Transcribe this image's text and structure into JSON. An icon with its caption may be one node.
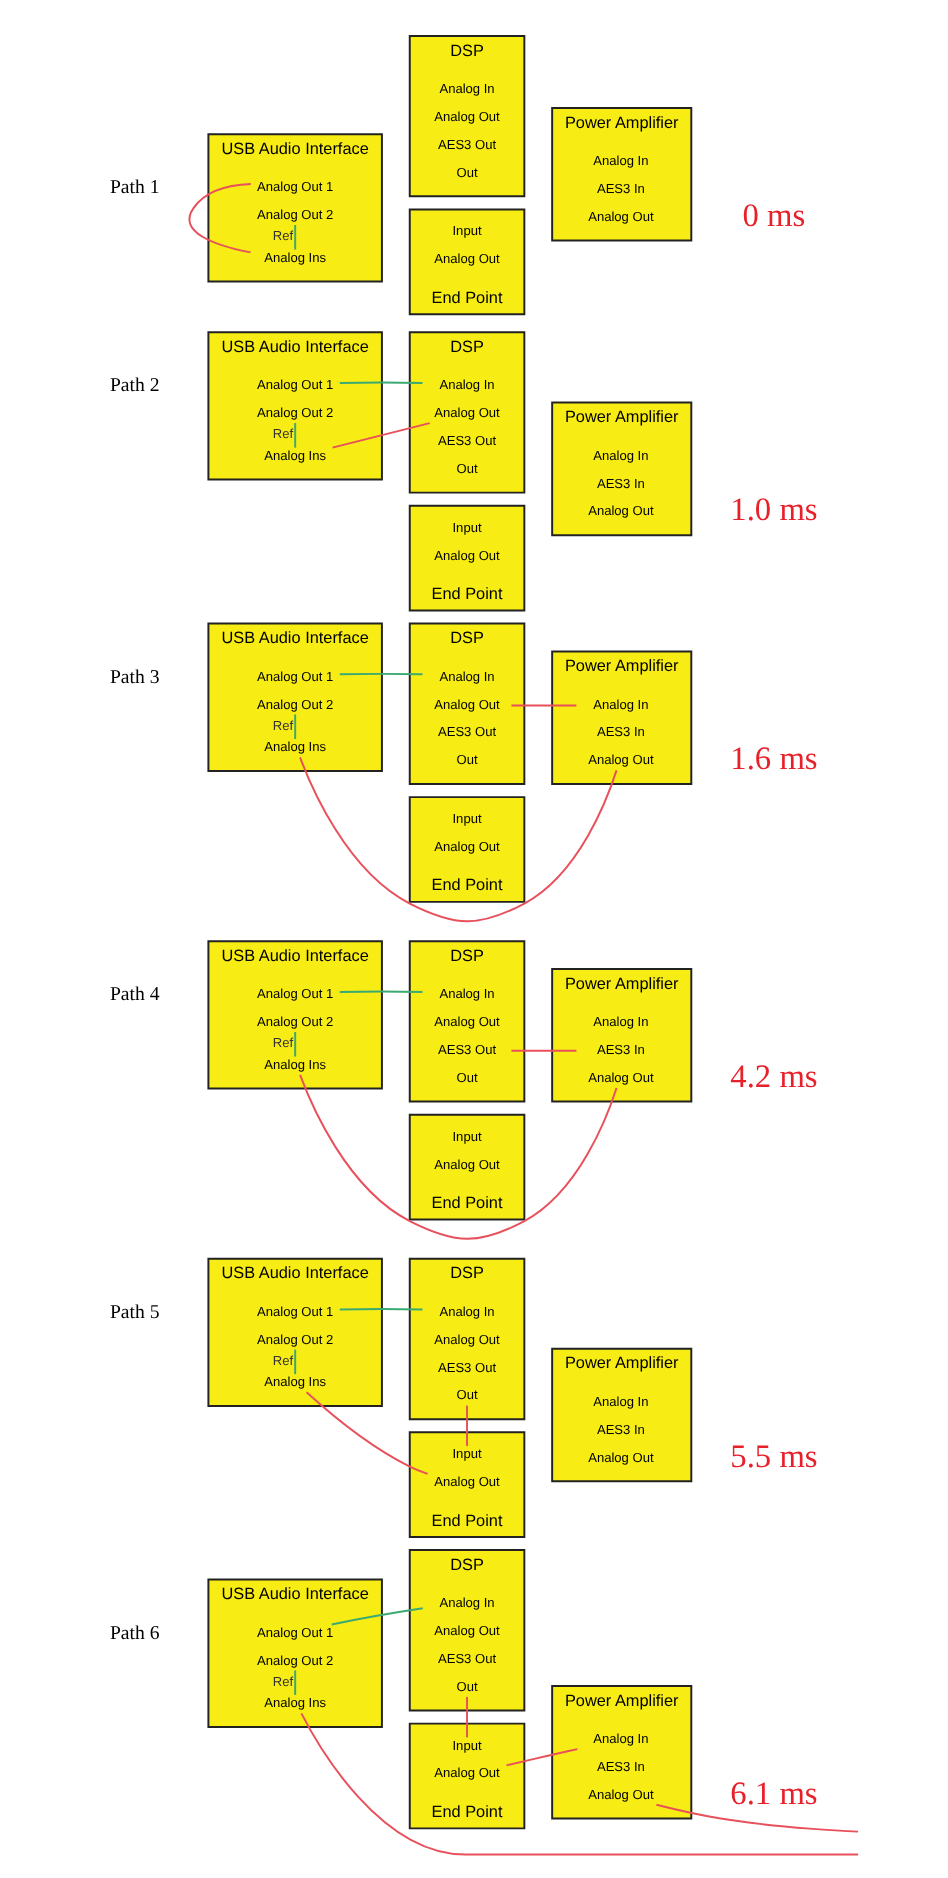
{
  "diagram": {
    "nodes": [
      {
        "text": [
          "USB Audio Interface"
        ]
      },
      {
        "text": [
          "Analog Out 1"
        ],
        "in": 0
      },
      {
        "text": [
          "Analog Out 2"
        ],
        "in": 0
      },
      {
        "text": [
          "Analog Ins"
        ],
        "in": 0
      },
      {
        "text": [
          "DSP"
        ]
      },
      {
        "text": [
          "Analog In"
        ],
        "in": 4
      },
      {
        "text": [
          "Analog Out"
        ],
        "in": 4
      },
      {
        "text": [
          "AES3 Out"
        ],
        "in": 4
      },
      {
        "text": [
          "Out"
        ],
        "in": 4
      },
      {
        "text": [
          "Power Amplifier"
        ]
      },
      {
        "text": [
          "Analog In"
        ],
        "in": 9
      },
      {
        "text": [
          "AES3 In"
        ],
        "in": 9
      },
      {
        "text": [
          "Analog Out"
        ],
        "in": 9
      },
      {
        "text": [
          "End Point"
        ]
      },
      {
        "text": [
          "Input"
        ],
        "in": 13
      },
      {
        "text": [
          "Analog Out"
        ],
        "in": 13
      },
      {
        "text": [
          "USB Audio Interface"
        ]
      },
      {
        "text": [
          "Analog Out 1"
        ],
        "in": 16
      },
      {
        "text": [
          "Analog Out 2"
        ],
        "in": 16
      },
      {
        "text": [
          "Analog Ins"
        ],
        "in": 16
      },
      {
        "text": [
          "DSP"
        ]
      },
      {
        "text": [
          "Analog In"
        ],
        "in": 20
      },
      {
        "text": [
          "Analog Out"
        ],
        "in": 20
      },
      {
        "text": [
          "AES3 Out"
        ],
        "in": 20
      },
      {
        "text": [
          "Out"
        ],
        "in": 20
      },
      {
        "text": [
          "Power Amplifier"
        ]
      },
      {
        "text": [
          "Analog In"
        ],
        "in": 25
      },
      {
        "text": [
          "AES3 In"
        ],
        "in": 25
      },
      {
        "text": [
          "Analog Out"
        ],
        "in": 25
      },
      {
        "text": [
          "End Point"
        ]
      },
      {
        "text": [
          "Input"
        ],
        "in": 29
      },
      {
        "text": [
          "Analog Out"
        ],
        "in": 29
      },
      {
        "text": [
          "USB Audio Interface"
        ]
      },
      {
        "text": [
          "Analog Out 1"
        ],
        "in": 32
      },
      {
        "text": [
          "Analog Out 2"
        ],
        "in": 32
      },
      {
        "text": [
          "Analog Ins"
        ],
        "in": 32
      },
      {
        "text": [
          "DSP"
        ]
      },
      {
        "text": [
          "Analog In"
        ],
        "in": 36
      },
      {
        "text": [
          "Analog Out"
        ],
        "in": 36
      },
      {
        "text": [
          "AES3 Out"
        ],
        "in": 36
      },
      {
        "text": [
          "Out"
        ],
        "in": 36
      },
      {
        "text": [
          "Power Amplifier"
        ]
      },
      {
        "text": [
          "Analog In"
        ],
        "in": 41
      },
      {
        "text": [
          "AES3 In"
        ],
        "in": 41
      },
      {
        "text": [
          "Analog Out"
        ],
        "in": 41
      },
      {
        "text": [
          "End Point"
        ]
      },
      {
        "text": [
          "Input"
        ],
        "in": 45
      },
      {
        "text": [
          "Analog Out"
        ],
        "in": 45
      },
      {
        "text": [
          "USB Audio Interface"
        ]
      },
      {
        "text": [
          "Analog Out 1"
        ],
        "in": 48
      },
      {
        "text": [
          "Analog Out 2"
        ],
        "in": 48
      },
      {
        "text": [
          "Analog Ins"
        ],
        "in": 48
      },
      {
        "text": [
          "DSP"
        ]
      },
      {
        "text": [
          "Analog In"
        ],
        "in": 52
      },
      {
        "text": [
          "Analog Out"
        ],
        "in": 52
      },
      {
        "text": [
          "AES3 Out"
        ],
        "in": 52
      },
      {
        "text": [
          "Out"
        ],
        "in": 52
      },
      {
        "text": [
          "Power Amplifier"
        ]
      },
      {
        "text": [
          "Analog In"
        ],
        "in": 57
      },
      {
        "text": [
          "AES3 In"
        ],
        "in": 57
      },
      {
        "text": [
          "Analog Out"
        ],
        "in": 57
      },
      {
        "text": [
          "End Point"
        ]
      },
      {
        "text": [
          "Input"
        ],
        "in": 61
      },
      {
        "text": [
          "Analog Out"
        ],
        "in": 61
      },
      {
        "text": [
          "USB Audio Interface"
        ]
      },
      {
        "text": [
          "Analog Out 1"
        ],
        "in": 64
      },
      {
        "text": [
          "Analog Out 2"
        ],
        "in": 64
      },
      {
        "text": [
          "Analog Ins"
        ],
        "in": 64
      },
      {
        "text": [
          "DSP"
        ]
      },
      {
        "text": [
          "Analog In"
        ],
        "in": 68
      },
      {
        "text": [
          "Analog Out"
        ],
        "in": 68
      },
      {
        "text": [
          "AES3 Out"
        ],
        "in": 68
      },
      {
        "text": [
          "Out"
        ],
        "in": 68
      },
      {
        "text": [
          "Power Amplifier"
        ]
      },
      {
        "text": [
          "Analog In"
        ],
        "in": 73
      },
      {
        "text": [
          "AES3 In"
        ],
        "in": 73
      },
      {
        "text": [
          "Analog Out"
        ],
        "in": 73
      },
      {
        "text": [
          "End Point"
        ]
      },
      {
        "text": [
          "Input"
        ],
        "in": 77
      },
      {
        "text": [
          "Analog Out"
        ],
        "in": 77
      },
      {
        "text": [
          "USB Audio Interface"
        ]
      },
      {
        "text": [
          "Analog Out 1"
        ],
        "in": 80
      },
      {
        "text": [
          "Analog Out 2"
        ],
        "in": 80
      },
      {
        "text": [
          "Analog Ins"
        ],
        "in": 80
      },
      {
        "text": [
          "DSP"
        ]
      },
      {
        "text": [
          "Analog In"
        ],
        "in": 84
      },
      {
        "text": [
          "Analog Out"
        ],
        "in": 84
      },
      {
        "text": [
          "AES3 Out"
        ],
        "in": 84
      },
      {
        "text": [
          "Out"
        ],
        "in": 84
      },
      {
        "text": [
          "Power Amplifier"
        ]
      },
      {
        "text": [
          "Analog In"
        ],
        "in": 89
      },
      {
        "text": [
          "AES3 In"
        ],
        "in": 89
      },
      {
        "text": [
          "Analog Out"
        ],
        "in": 89
      },
      {
        "text": [
          "End Point"
        ]
      },
      {
        "text": [
          "Input"
        ],
        "in": 93
      },
      {
        "text": [
          "Analog Out"
        ],
        "in": 93
      }
    ],
    "edges": [
      {
        "from": 1,
        "to": 3,
        "arrow": "none",
        "color": "#e8505b"
      },
      {
        "from": 2,
        "to": 3,
        "arrow": "none",
        "label": "Ref",
        "color": "#3aaa72"
      },
      {
        "from": 17,
        "to": 21,
        "arrow": "none",
        "color": "#3aaa72"
      },
      {
        "from": 22,
        "to": 19,
        "arrow": "none",
        "color": "#e8505b"
      },
      {
        "from": 18,
        "to": 19,
        "arrow": "none",
        "label": "Ref",
        "color": "#3aaa72"
      },
      {
        "from": 33,
        "to": 37,
        "arrow": "none",
        "color": "#3aaa72"
      },
      {
        "from": 38,
        "to": 42,
        "arrow": "none",
        "color": "#e8505b"
      },
      {
        "from": 44,
        "to": 35,
        "arrow": "none",
        "color": "#e8505b"
      },
      {
        "from": 34,
        "to": 35,
        "arrow": "none",
        "label": "Ref",
        "color": "#3aaa72"
      },
      {
        "from": 49,
        "to": 53,
        "arrow": "none",
        "color": "#3aaa72"
      },
      {
        "from": 55,
        "to": 59,
        "arrow": "none",
        "color": "#e8505b"
      },
      {
        "from": 60,
        "to": 51,
        "arrow": "none",
        "color": "#e8505b"
      },
      {
        "from": 50,
        "to": 51,
        "arrow": "none",
        "label": "Ref",
        "color": "#3aaa72"
      },
      {
        "from": 65,
        "to": 69,
        "arrow": "none",
        "color": "#3aaa72"
      },
      {
        "from": 72,
        "to": 78,
        "arrow": "none",
        "color": "#e8505b"
      },
      {
        "from": 79,
        "to": 67,
        "arrow": "none",
        "color": "#e8505b"
      },
      {
        "from": 66,
        "to": 67,
        "arrow": "none",
        "label": "Ref",
        "color": "#3aaa72"
      },
      {
        "from": 81,
        "to": 85,
        "arrow": "none",
        "color": "#3aaa72"
      },
      {
        "from": 88,
        "to": 94,
        "arrow": "none",
        "color": "#e8505b"
      },
      {
        "from": 95,
        "to": 90,
        "arrow": "none",
        "color": "#e8505b"
      },
      {
        "from": 92,
        "to": null,
        "arrow": "none",
        "color": "#e8505b"
      },
      {
        "from": 83,
        "to": null,
        "arrow": "none",
        "color": "#e8505b"
      },
      {
        "from": 82,
        "to": 83,
        "arrow": "none",
        "label": "Ref",
        "color": "#3aaa72"
      }
    ],
    "labels": [
      "Path 1",
      "0 ms",
      "Path 2",
      "1.0 ms",
      "Path 3",
      "1.6 ms",
      "Path 4",
      "4.2 ms",
      "Path 5",
      "5.5 ms",
      "Path 6",
      "6.1 ms"
    ]
  }
}
